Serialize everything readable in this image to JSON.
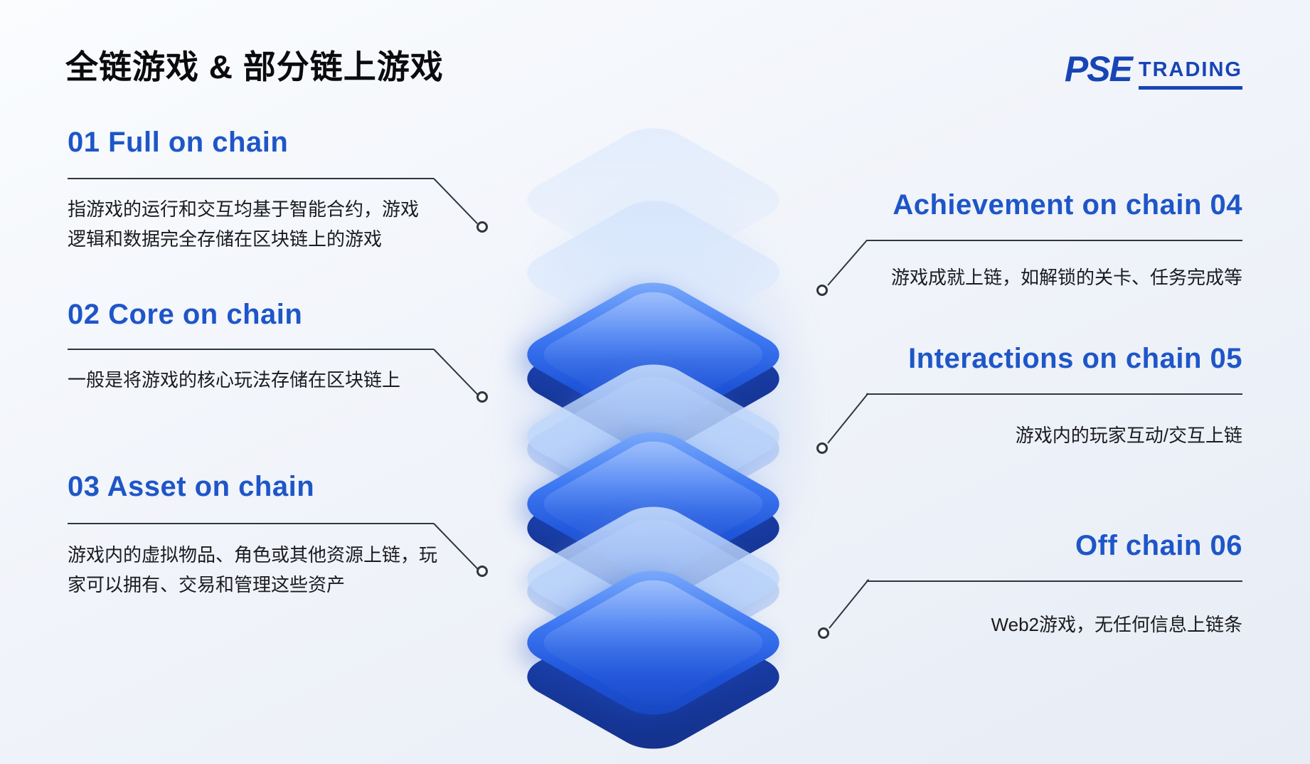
{
  "title": "全链游戏 & 部分链上游戏",
  "logo": {
    "mark": "PSE",
    "word": "TRADING"
  },
  "colors": {
    "accent": "#1e56c8",
    "logo_blue": "#1745b5",
    "solid_layer": "#2e6bee",
    "connector": "#2f3640"
  },
  "items": [
    {
      "id": "01",
      "side": "left",
      "heading": "01 Full on chain",
      "body": "指游戏的运行和交互均基于智能合约，游戏逻辑和数据完全存储在区块链上的游戏"
    },
    {
      "id": "02",
      "side": "left",
      "heading": "02 Core on chain",
      "body": "一般是将游戏的核心玩法存储在区块链上"
    },
    {
      "id": "03",
      "side": "left",
      "heading": "03 Asset on chain",
      "body": "游戏内的虚拟物品、角色或其他资源上链，玩家可以拥有、交易和管理这些资产"
    },
    {
      "id": "04",
      "side": "right",
      "heading": "Achievement on chain 04",
      "body": "游戏成就上链，如解锁的关卡、任务完成等"
    },
    {
      "id": "05",
      "side": "right",
      "heading": "Interactions on chain 05",
      "body": "游戏内的玩家互动/交互上链"
    },
    {
      "id": "06",
      "side": "right",
      "heading": "Off chain 06",
      "body": "Web2游戏，无任何信息上链条"
    }
  ],
  "stack": {
    "layers": [
      "glass-faint-top",
      "glass-faint",
      "solid",
      "glass",
      "solid",
      "glass",
      "solid-thick-bottom"
    ]
  }
}
